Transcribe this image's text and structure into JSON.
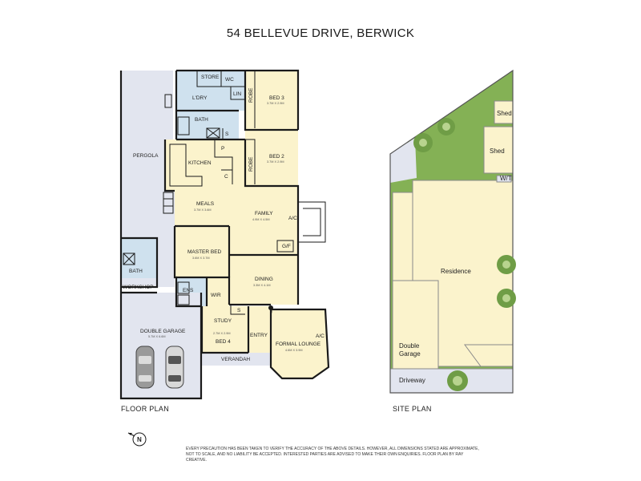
{
  "title": "54 BELLEVUE DRIVE, BERWICK",
  "captions": {
    "floor_plan": "FLOOR PLAN",
    "site_plan": "SITE PLAN"
  },
  "disclaimer": "EVERY PRECAUTION HAS BEEN TAKEN TO VERIFY THE ACCURACY OF THE ABOVE DETAILS. HOWEVER, ALL DIMENSIONS STATED ARE APPROXIMATE, NOT TO SCALE, AND NO LIABILITY BE ACCEPTED. INTERESTED PARTIES ARE ADVISED TO MAKE THEIR OWN ENQUIRIES. FLOOR PLAN BY RAY CREATIVE.",
  "compass": "N",
  "colors": {
    "living": "#fbf3cc",
    "wet": "#cfe1ee",
    "outdoor": "#e2e5ef",
    "garden": "#84b155",
    "wall": "#1a1a1a"
  },
  "rooms": {
    "pergola": "PERGOLA",
    "store": "STORE",
    "wc": "WC",
    "laundry": "L'DRY",
    "lin": "LIN",
    "robe1": "ROBE",
    "bed3": "BED 3",
    "bed3_dim": "3.7M X 2.9M",
    "bath": "BATH",
    "s1": "S",
    "p": "P",
    "kitchen": "KITCHEN",
    "c": "C",
    "bed2": "BED 2",
    "bed2_dim": "3.7M X 2.9M",
    "robe2": "ROBE",
    "meals": "MEALS",
    "meals_dim": "3.7M X 3.6M",
    "family": "FAMILY",
    "family_dim": "4.9M X 4.5M",
    "ac1": "A/C",
    "gf": "G/F",
    "bath2": "BATH",
    "workshop": "WORKSHOP",
    "master": "MASTER BED",
    "master_dim": "3.6M X 3.7M",
    "dining": "DINING",
    "dining_dim": "3.3M X 4.1M",
    "ens": "ENS",
    "wir": "WIR",
    "s2": "S",
    "garage": "DOUBLE GARAGE",
    "garage_dim": "5.7M X 6.6M",
    "study": "STUDY",
    "study_dim": "2.7M X 2.9M",
    "bed4": "BED 4",
    "entry": "ENTRY",
    "formal": "FORMAL LOUNGE",
    "formal_dim": "4.6M X 3.9M",
    "ac2": "A/C",
    "verandah": "VERANDAH"
  },
  "site": {
    "shed_small": "Shed",
    "shed": "Shed",
    "wt": "W/T",
    "residence": "Residence",
    "garage_l1": "Double",
    "garage_l2": "Garage",
    "driveway": "Driveway"
  }
}
